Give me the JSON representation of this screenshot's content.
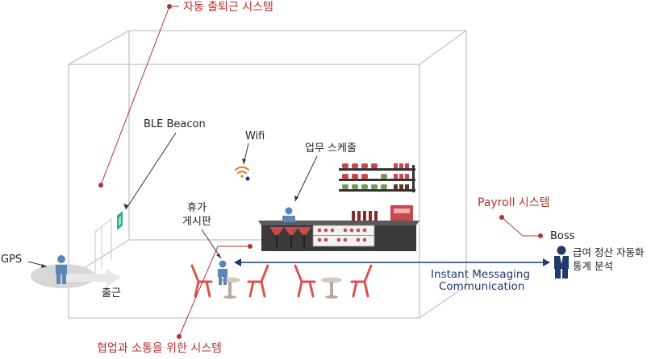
{
  "labels": {
    "top_system": "자동 출퇴근 시스템",
    "ble": "BLE Beacon",
    "wifi": "Wifi",
    "schedule": "업무 스케줄",
    "vacation_line1": "휴가",
    "vacation_line2": "게시판",
    "payroll": "Payroll 시스템",
    "boss": "Boss",
    "boss_desc_line1": "급여 정산 자동화",
    "boss_desc_line2": "통계 분석",
    "gps": "GPS",
    "commute": "출근",
    "im_line1": "Instant Messaging",
    "im_line2": "Communication",
    "collab": "협업과 소통을 위한 시스템"
  },
  "colors": {
    "accent_red": "#b5312f",
    "accent_blue": "#1f3a6b",
    "person_blue": "#5b87b8",
    "chair_red": "#d9534f",
    "counter_dark": "#3a3a3a",
    "box_line": "#bfbfbf"
  },
  "icons": {
    "person": "person-icon",
    "boss": "boss-icon",
    "wifi": "wifi-icon",
    "beacon": "ble-beacon-icon",
    "arrow": "double-arrow-icon"
  }
}
